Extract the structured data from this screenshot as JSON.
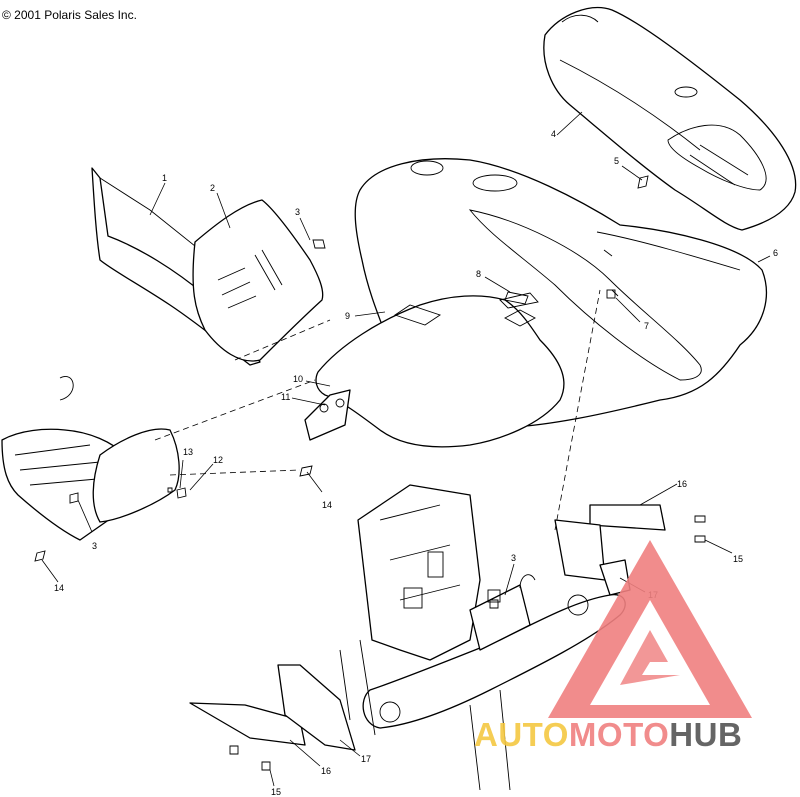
{
  "copyright": "© 2001 Polaris Sales Inc.",
  "callouts": [
    "1",
    "2",
    "3",
    "4",
    "5",
    "6",
    "7",
    "8",
    "9",
    "10",
    "11",
    "12",
    "13",
    "14",
    "3",
    "14",
    "16",
    "15",
    "17",
    "3",
    "16",
    "17",
    "15"
  ],
  "watermark": {
    "part1": "AUTO",
    "part2": "MOTO",
    "part3": "HUB"
  },
  "colors": {
    "line": "#000000",
    "background": "#ffffff",
    "wm_triangle": "#f08080",
    "wm_auto": "#f5c842",
    "wm_moto": "#f08080",
    "wm_hub": "#555555"
  }
}
